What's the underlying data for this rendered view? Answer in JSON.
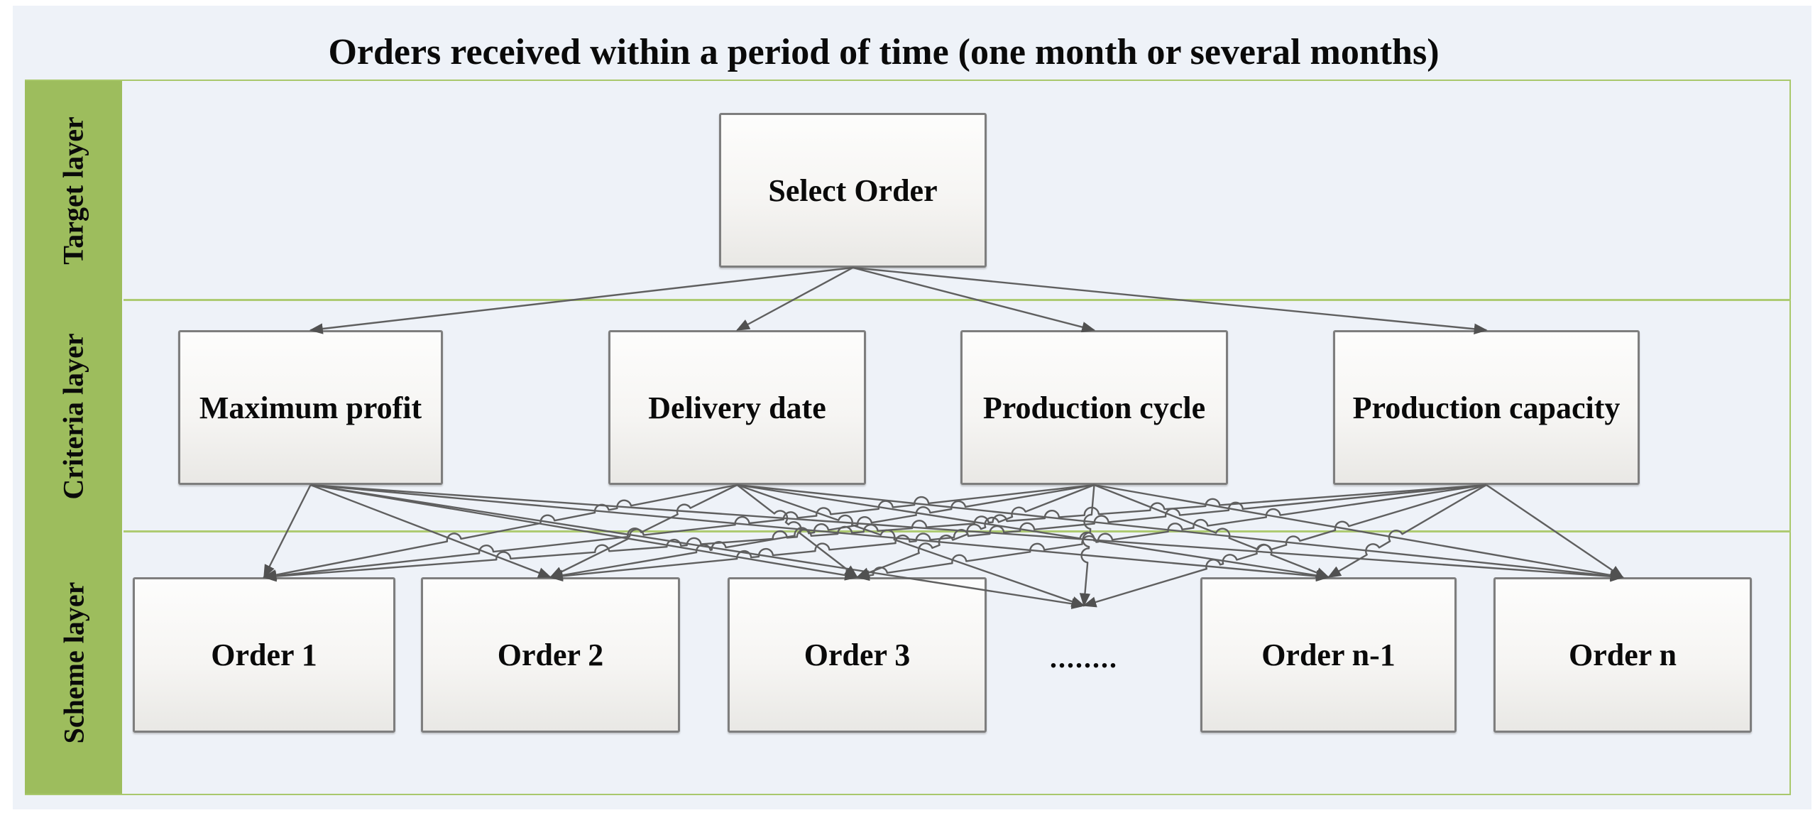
{
  "title": "Orders received within a period of time (one month or several months)",
  "sidebar": {
    "target_label": "Target layer",
    "criteria_label": "Criteria layer",
    "scheme_label": "Scheme layer"
  },
  "nodes": {
    "select_order": {
      "label": "Select Order"
    },
    "maximum_profit": {
      "label": "Maximum profit"
    },
    "delivery_date": {
      "label": "Delivery date"
    },
    "production_cycle": {
      "label": "Production cycle"
    },
    "production_capacity": {
      "label": "Production capacity"
    },
    "order_1": {
      "label": "Order 1"
    },
    "order_2": {
      "label": "Order 2"
    },
    "order_3": {
      "label": "Order 3"
    },
    "ellipsis": {
      "label": "........"
    },
    "order_n1": {
      "label": "Order n-1"
    },
    "order_n": {
      "label": "Order n"
    }
  },
  "edges": [
    [
      "select_order",
      "maximum_profit"
    ],
    [
      "select_order",
      "delivery_date"
    ],
    [
      "select_order",
      "production_cycle"
    ],
    [
      "select_order",
      "production_capacity"
    ],
    [
      "maximum_profit",
      "order_1"
    ],
    [
      "maximum_profit",
      "order_2"
    ],
    [
      "maximum_profit",
      "order_3"
    ],
    [
      "maximum_profit",
      "ellipsis"
    ],
    [
      "maximum_profit",
      "order_n1"
    ],
    [
      "maximum_profit",
      "order_n"
    ],
    [
      "delivery_date",
      "order_1"
    ],
    [
      "delivery_date",
      "order_2"
    ],
    [
      "delivery_date",
      "order_3"
    ],
    [
      "delivery_date",
      "ellipsis"
    ],
    [
      "delivery_date",
      "order_n1"
    ],
    [
      "delivery_date",
      "order_n"
    ],
    [
      "production_cycle",
      "order_1"
    ],
    [
      "production_cycle",
      "order_2"
    ],
    [
      "production_cycle",
      "order_3"
    ],
    [
      "production_cycle",
      "ellipsis"
    ],
    [
      "production_cycle",
      "order_n1"
    ],
    [
      "production_cycle",
      "order_n"
    ],
    [
      "production_capacity",
      "order_1"
    ],
    [
      "production_capacity",
      "order_2"
    ],
    [
      "production_capacity",
      "order_3"
    ],
    [
      "production_capacity",
      "ellipsis"
    ],
    [
      "production_capacity",
      "order_n1"
    ],
    [
      "production_capacity",
      "order_n"
    ]
  ],
  "colors": {
    "panel_bg": "#eef2f8",
    "sidebar_green": "#9dbd5d",
    "frame_green": "#a9c86c",
    "divider_green": "#aecb72",
    "line_gray": "#5f5f5f",
    "arrow_gray": "#515151",
    "node_border": "#7e7e7e",
    "text": "#0a0a0a"
  }
}
